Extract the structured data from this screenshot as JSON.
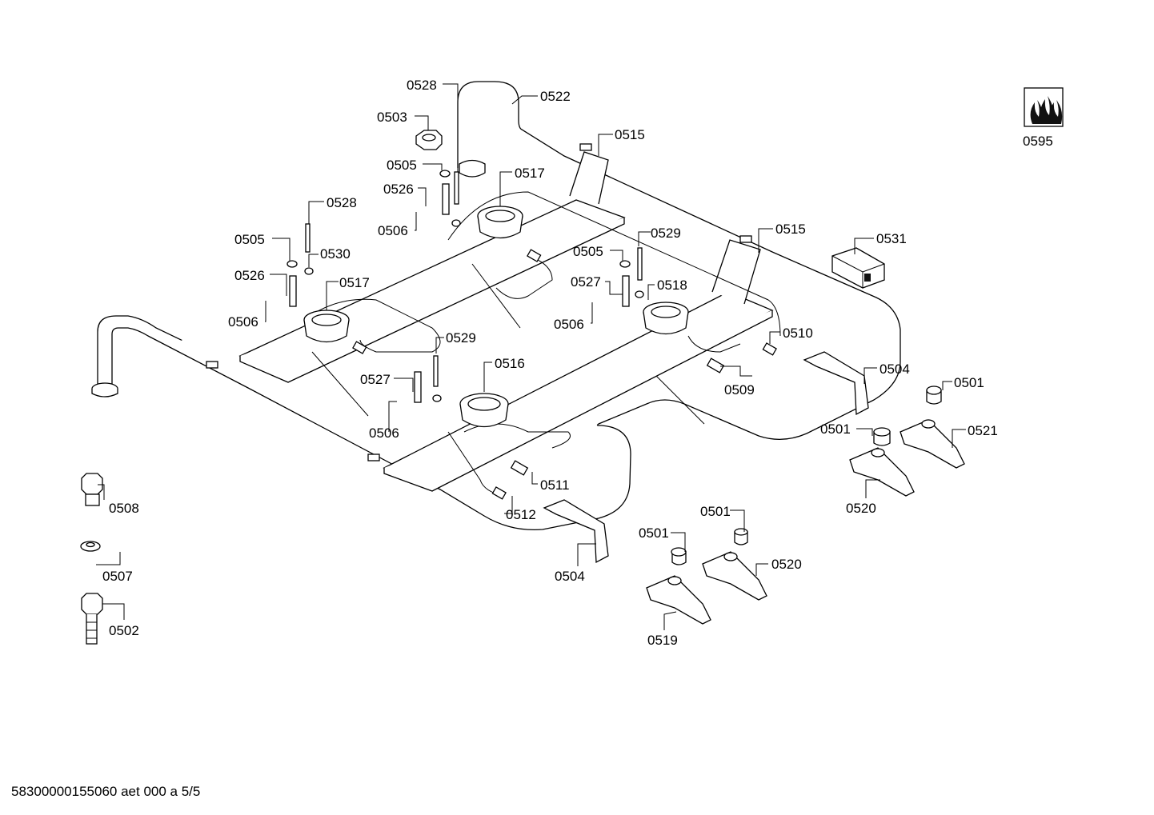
{
  "document_code": "58300000155060 aet 000 a 5/5",
  "callouts": {
    "c0528a": "0528",
    "c0522": "0522",
    "c0503": "0503",
    "c0515a": "0515",
    "c0505a": "0505",
    "c0517a": "0517",
    "c0526a": "0526",
    "c0506a": "0506",
    "c0528b": "0528",
    "c0505b": "0505",
    "c0530": "0530",
    "c0526b": "0526",
    "c0517b": "0517",
    "c0506b": "0506",
    "c0515b": "0515",
    "c0531": "0531",
    "c0505c": "0505",
    "c0529a": "0529",
    "c0527a": "0527",
    "c0518": "0518",
    "c0506c": "0506",
    "c0510": "0510",
    "c0529b": "0529",
    "c0527b": "0527",
    "c0516": "0516",
    "c0509": "0509",
    "c0504a": "0504",
    "c0501a": "0501",
    "c0506d": "0506",
    "c0501b": "0501",
    "c0521": "0521",
    "c0508": "0508",
    "c0511": "0511",
    "c0512": "0512",
    "c0520a": "0520",
    "c0501c": "0501",
    "c0501d": "0501",
    "c0520b": "0520",
    "c0507": "0507",
    "c0504b": "0504",
    "c0502": "0502",
    "c0519": "0519",
    "c0595": "0595"
  }
}
